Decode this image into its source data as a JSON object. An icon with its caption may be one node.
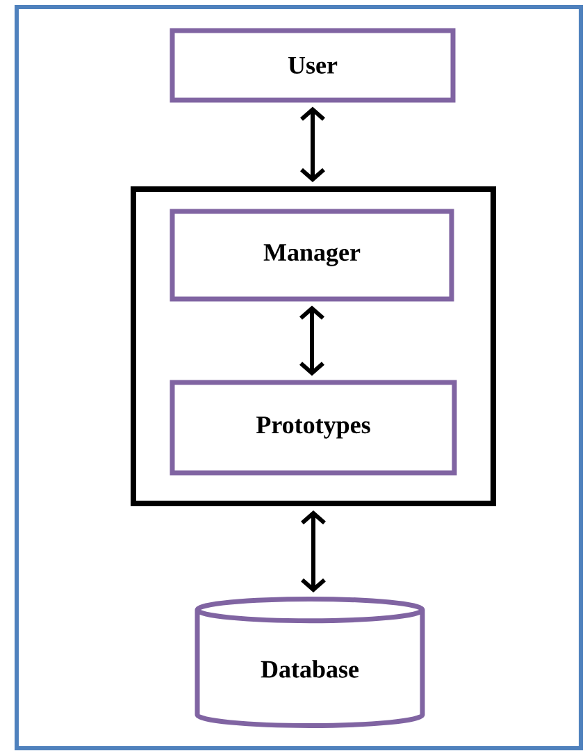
{
  "diagram": {
    "nodes": [
      {
        "text": [
          "User"
        ]
      },
      {
        "text": [],
        "shape": "box"
      },
      {
        "text": [
          "Manager"
        ],
        "in": 1
      },
      {
        "text": [
          "Prototypes"
        ],
        "in": 1
      },
      {
        "text": [
          "Database"
        ]
      }
    ],
    "edges": [
      {
        "from": 0,
        "to": 1,
        "arrow": "both"
      },
      {
        "from": 2,
        "to": 3,
        "arrow": "both"
      },
      {
        "from": 1,
        "to": 4,
        "arrow": "both"
      }
    ]
  }
}
